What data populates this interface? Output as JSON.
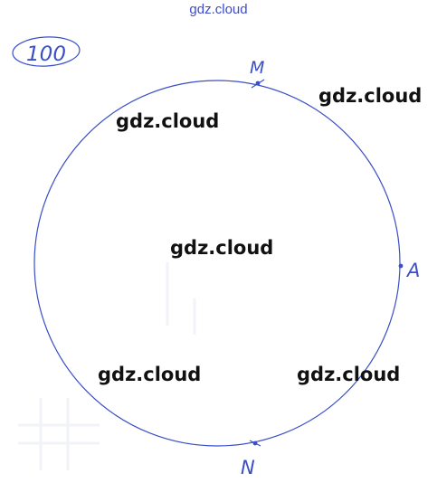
{
  "watermark_top": "gdz.cloud",
  "watermarks": [
    "gdz.cloud",
    "gdz.cloud",
    "gdz.cloud",
    "gdz.cloud",
    "gdz.cloud"
  ],
  "problem_number": "100",
  "points": {
    "m": "M",
    "a": "A",
    "n": "N"
  },
  "colors": {
    "ink": "#3a4fc7",
    "watermark_blue": "#3b4bd1",
    "watermark_dark": "#111111"
  }
}
